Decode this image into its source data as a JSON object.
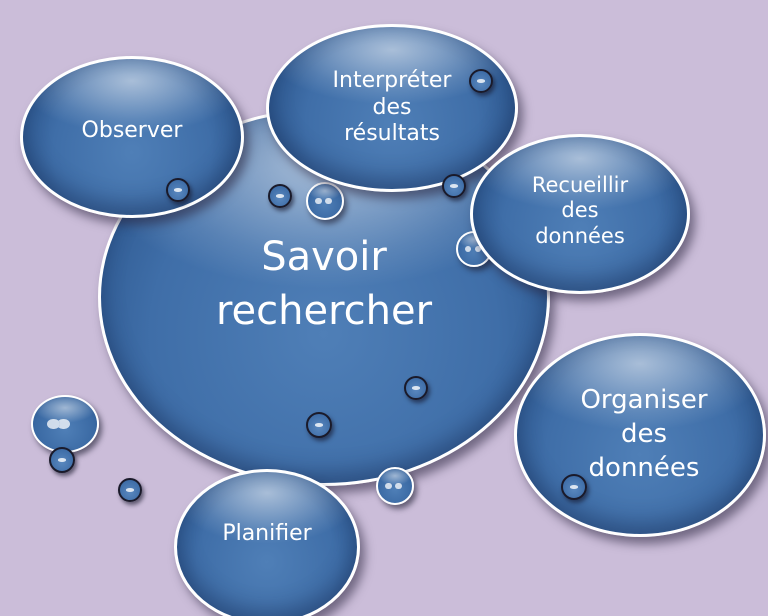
{
  "diagram": {
    "center": {
      "label": "Savoir\nrechercher"
    },
    "nodes": [
      {
        "id": "observer",
        "label": "Observer"
      },
      {
        "id": "interpreter",
        "label": "Interpréter\ndes\nrésultats"
      },
      {
        "id": "recueillir",
        "label": "Recueillir\ndes\ndonnées"
      },
      {
        "id": "organiser",
        "label": "Organiser\ndes\ndonnées"
      },
      {
        "id": "planifier",
        "label": "Planifier"
      }
    ]
  },
  "colors": {
    "background": "#cbbdd9",
    "bubble_fill": "#3f6ea8",
    "bubble_border": "#ffffff",
    "text": "#ffffff"
  }
}
